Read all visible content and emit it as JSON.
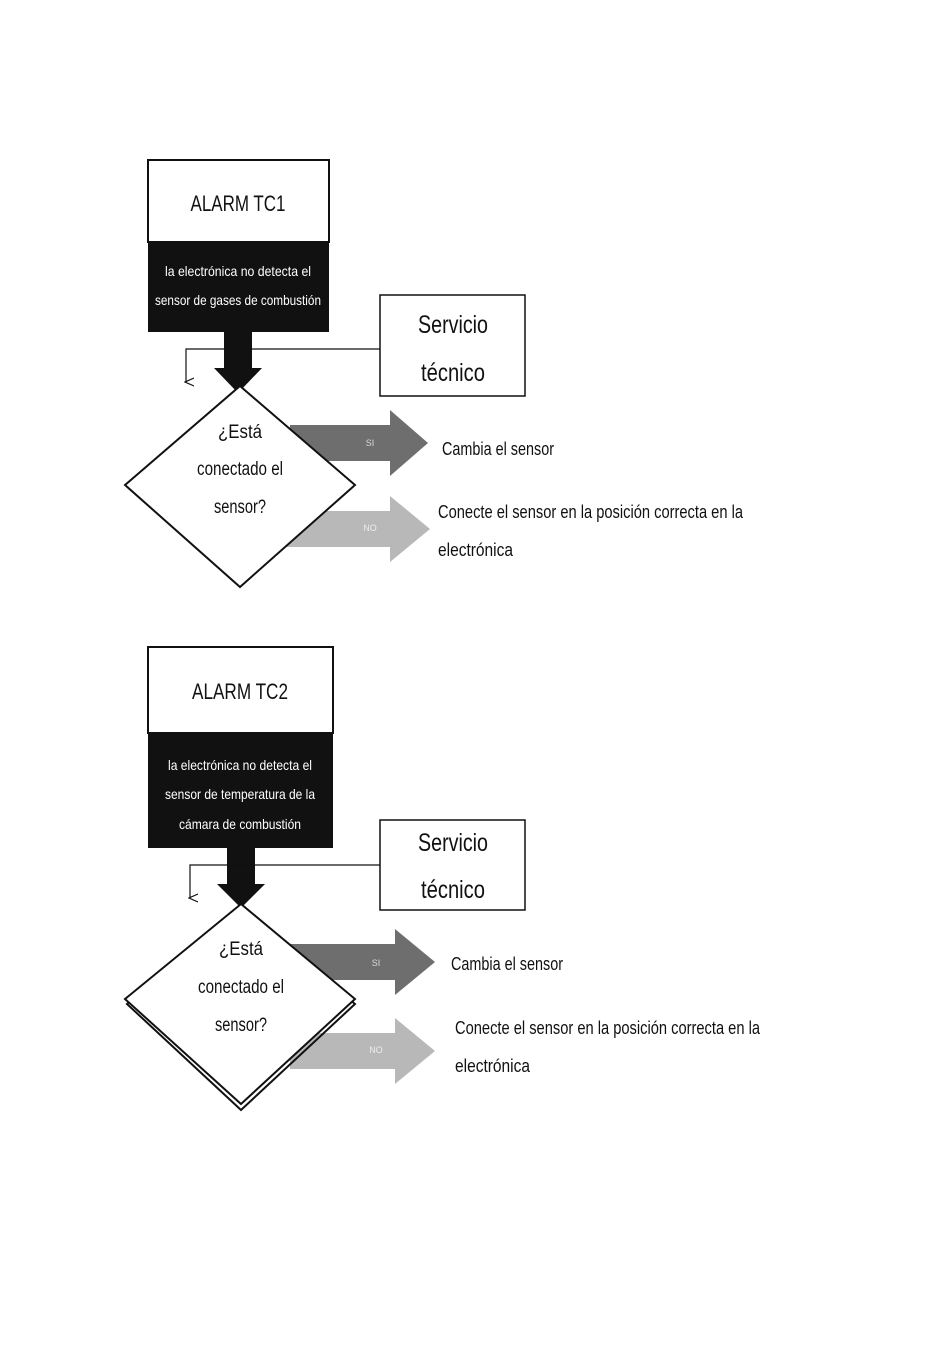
{
  "flowcharts": [
    {
      "alarm_title": "ALARM TC1",
      "description": [
        "la electrónica no detecta el",
        "sensor de gases de combustión"
      ],
      "service": [
        "Servicio",
        "técnico"
      ],
      "question": [
        "¿Está",
        "conectado el",
        "sensor?"
      ],
      "yes_label": "SI",
      "yes_action": [
        "Cambia el sensor"
      ],
      "no_label": "NO",
      "no_action": [
        "Conecte el sensor en la posición correcta en la",
        "electrónica"
      ]
    },
    {
      "alarm_title": "ALARM TC2",
      "description": [
        "la electrónica no detecta el",
        "sensor de temperatura de la",
        "cámara de combustión"
      ],
      "service": [
        "Servicio",
        "técnico"
      ],
      "question": [
        "¿Está",
        "conectado el",
        "sensor?"
      ],
      "yes_label": "SI",
      "yes_action": [
        "Cambia el sensor"
      ],
      "no_label": "NO",
      "no_action": [
        "Conecte el sensor en la posición correcta en la",
        "electrónica"
      ]
    }
  ],
  "colors": {
    "black": "#111111",
    "yes_arrow": "#6e6e6e",
    "no_arrow": "#b8b8b8"
  }
}
